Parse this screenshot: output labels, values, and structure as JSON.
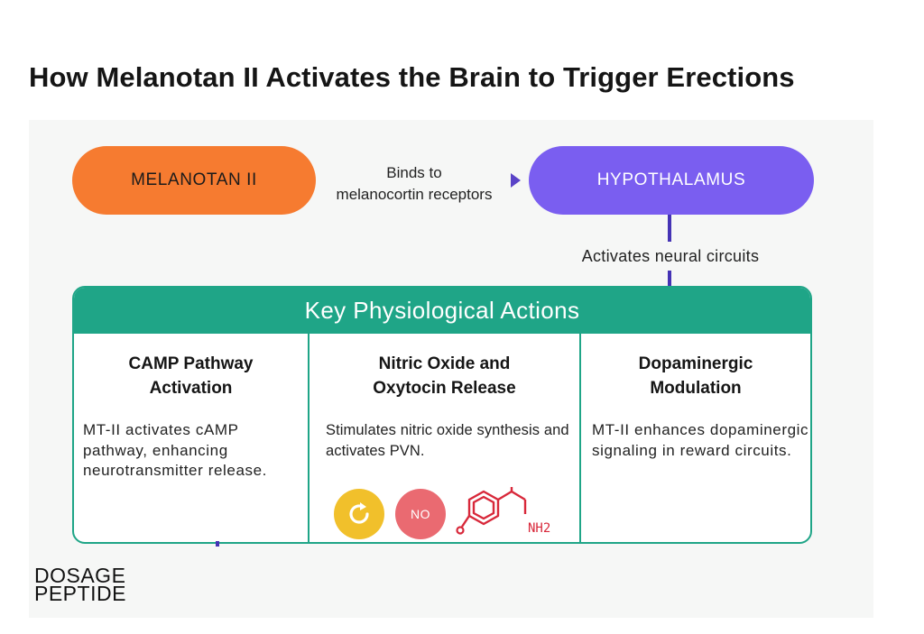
{
  "title": "How Melanotan II Activates the Brain to Trigger Erections",
  "flow": {
    "source": "MELANOTAN II",
    "edge_label_line1": "Binds to",
    "edge_label_line2": "melanocortin receptors",
    "target": "HYPOTHALAMUS",
    "activates_label": "Activates neural circuits"
  },
  "actions": {
    "header": "Key Physiological Actions",
    "columns": [
      {
        "title_line1": "CAMP Pathway",
        "title_line2": "Activation",
        "body": "MT-II activates cAMP pathway, enhancing neurotransmitter release."
      },
      {
        "title_line1": "Nitric Oxide and",
        "title_line2": "Oxytocin Release",
        "body": "Stimulates nitric oxide synthesis and activates PVN.",
        "icons": {
          "cycle_icon": "refresh-icon",
          "no_badge": "NO",
          "molecule_label": "NH2",
          "molecule_icon": "dopamine-molecule-icon"
        }
      },
      {
        "title_line1": "Dopaminergic",
        "title_line2": "Modulation",
        "body": "MT-II enhances dopaminergic signaling in reward circuits."
      }
    ]
  },
  "brand": {
    "line1": "DOSAGE",
    "line2": "PEPTIDE"
  },
  "colors": {
    "orange": "#f67b30",
    "purple": "#7a5ef0",
    "teal": "#1fa587",
    "connector": "#4533b5",
    "yellow": "#f1c02b",
    "red": "#ea6a71",
    "molecule": "#d8283a"
  }
}
